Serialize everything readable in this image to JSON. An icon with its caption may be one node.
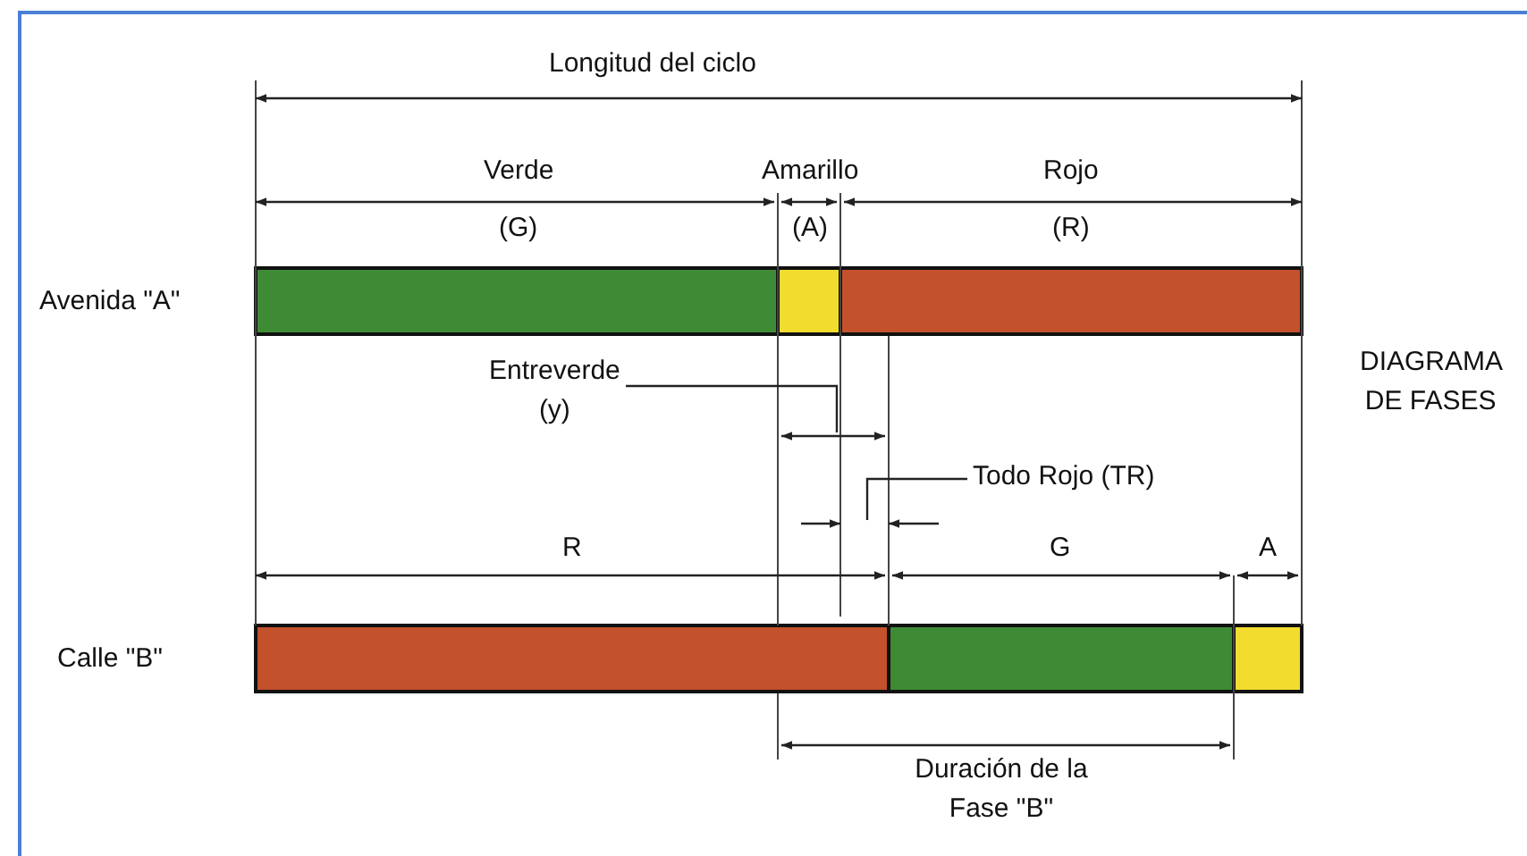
{
  "diagram": {
    "nodes": [
      {
        "text": [
          "Entreverde (y)"
        ]
      },
      {
        "text": [
          "Todo Rojo (TR)"
        ]
      }
    ],
    "edges": [
      {
        "from": 0,
        "to": null,
        "arrow": "none"
      },
      {
        "from": 1,
        "to": null,
        "arrow": "none"
      }
    ],
    "labels": [
      "Longitud del ciclo",
      "Verde",
      "Amarillo",
      "Rojo",
      "(G)",
      "(A)",
      "(R)",
      "Avenida \"A\"",
      "DIAGRAMA DE FASES",
      "R",
      "G",
      "A",
      "Calle \"B\"",
      "Duración de la Fase \"B\""
    ]
  }
}
